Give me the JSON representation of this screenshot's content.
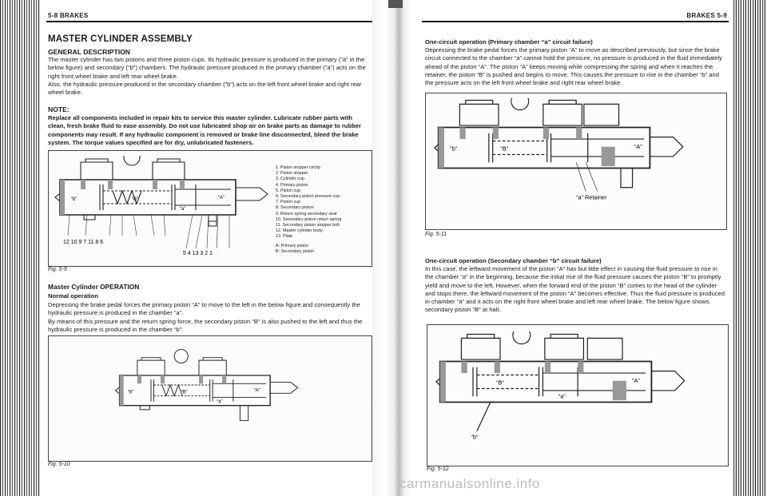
{
  "left_page": {
    "header": "5-8 BRAKES",
    "title": "MASTER CYLINDER ASSEMBLY",
    "general_heading": "GENERAL DESCRIPTION",
    "general_para1": "The master cylinder has two pistons and three piston cups. Its hydraulic pressure is produced in the primary (“a” in the below figure) and secondary (“b”) chambers. The hydraulic pressure produced in the primary chamber (“a”) acts on the right front wheel brake and left rear wheel brake.",
    "general_para2": "Also, the hydraulic pressure produced in the secondary chamber (“b”) acts on the left front wheel brake and right rear wheel brake.",
    "note_heading": "NOTE:",
    "note_text": "Replace all components included in repair kits to service this master cylinder. Lubricate rubber parts with clean, fresh brake fluid to ease assembly. Do not use lubricated shop air on brake parts as damage to rubber components may result. If any hydraulic component is removed or brake line disconnected, bleed the brake system. The torque values specified are for dry, unlubricated fasteners.",
    "fig1_caption": "Fig. 5-9",
    "fig1_labels_bottom_left": "12   10        9   7   11     8   6",
    "fig1_labels_bottom_right": "5  4  13   3   2   1",
    "fig1_legend": [
      "1.  Piston stopper circlip",
      "2.  Piston stopper",
      "3.  Cylinder cup",
      "4.  Primary piston",
      "5.  Piston cup",
      "6.  Secondary piston pressure cup",
      "7.  Piston cup",
      "8.  Secondary piston",
      "9.  Return spring secondary seat",
      "10.  Secondary piston return spring",
      "11.  Secondary piston stopper bolt",
      "12.  Master cylinder body",
      "13.  Plate",
      "A:  Primary piston",
      "B:  Secondary piston"
    ],
    "operation_heading": "Master Cylinder OPERATION",
    "normal_heading": "Normal operation",
    "normal_para1": "Depressing the brake pedal forces the primary piston “A” to move to the left in the below figure and consequently the hydraulic pressure is produced in the chamber “a”.",
    "normal_para2": "By means of this pressure and the return spring force, the secondary piston “B” is also pushed to the left and thus the hydraulic pressure is produced in the chamber “b”.",
    "fig2_caption": "Fig. 5-10"
  },
  "right_page": {
    "header": "BRAKES 5-9",
    "primary_failure_heading": "One-circuit operation (Primary chamber “a” circuit failure)",
    "primary_failure_text": "Depressing the brake pedal forces the primary piston “A” to move as described previously, but since the brake circuit connected to the chamber “a” cannot hold the pressure, no pressure is produced in the fluid immediately ahead of the piston “A”. The piston “A” keeps moving while compressing the spring and when it reaches the retainer, the piston “B” is pushed and begins to move. This causes the pressure to rise in the chamber “b” and the pressure acts on the left front wheel brake and right rear wheel brake.",
    "fig3_caption": "Fig. 5-11",
    "fig3_retainer_label": "“a”  Retainer",
    "secondary_failure_heading": "One-circuit operation (Secondary chamber “b” circuit failure)",
    "secondary_failure_text": "In this case, the leftward movement of the piston “A” has but little effect in causing the fluid pressure to rise in the chamber “a” in the beginning, because the initial rise of the fluid pressure causes the piston “B” to promptly yield and move to the left. However, when the forward end of the piston “B” comes to the head of the cylinder and stops there, the leftward movement of the piston “A” becomes effective. Thus the fluid pressure is produced in chamber “a” and it acts on the right front wheel brake and left rear wheel brake. The below figure shows secondary piston “B” at halt.",
    "fig4_caption": "Fig. 5-12",
    "fig4_b_label": "“b”"
  },
  "diagram_labels": {
    "chamber_b": "“b”",
    "piston_B": "“B”",
    "chamber_a": "“a”",
    "piston_A": "“A”"
  },
  "watermark": "carmanualsonline.info"
}
